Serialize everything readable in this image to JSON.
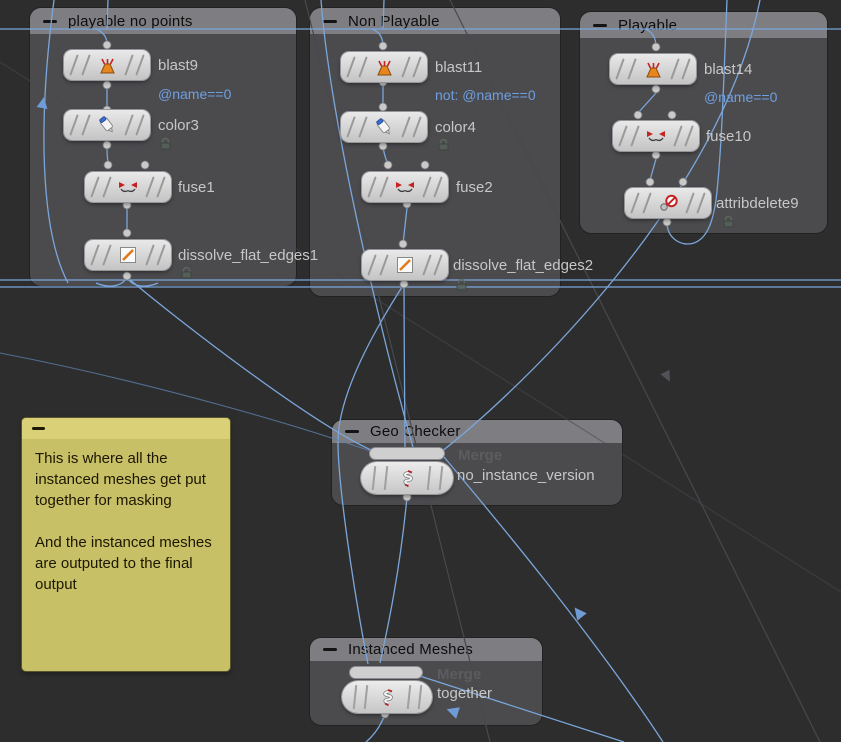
{
  "colors": {
    "background": "#2d2d2d",
    "wire_blue": "#7ba6da",
    "annotation_blue": "#6f9fe0",
    "box_body": "#4b4b4e",
    "box_header": "#7e7e82",
    "node_label": "#c7c7c7",
    "note_body": "#c8c067",
    "note_header": "#d9d077"
  },
  "boxes": [
    {
      "title": "playable no points",
      "nodes": [
        {
          "label": "blast9",
          "icon": "blast-icon",
          "note": "@name==0"
        },
        {
          "label": "color3",
          "icon": "color-icon",
          "locked": true
        },
        {
          "label": "fuse1",
          "icon": "fuse-icon"
        },
        {
          "label": "dissolve_flat_edges1",
          "icon": "dissolve-icon",
          "locked": true
        }
      ]
    },
    {
      "title": "Non Playable",
      "nodes": [
        {
          "label": "blast11",
          "icon": "blast-icon",
          "note": "not: @name==0"
        },
        {
          "label": "color4",
          "icon": "color-icon",
          "locked": true
        },
        {
          "label": "fuse2",
          "icon": "fuse-icon"
        },
        {
          "label": "dissolve_flat_edges2",
          "icon": "dissolve-icon",
          "locked": true
        }
      ]
    },
    {
      "title": "Playable",
      "nodes": [
        {
          "label": "blast14",
          "icon": "blast-icon",
          "note": "@name==0"
        },
        {
          "label": "fuse10",
          "icon": "fuse-icon"
        },
        {
          "label": "attribdelete9",
          "icon": "attribdelete-icon",
          "locked": true
        }
      ]
    },
    {
      "title": "Geo Checker",
      "nodes": [
        {
          "label": "no_instance_version",
          "type_ghost": "Merge",
          "icon": "merge-icon"
        }
      ]
    },
    {
      "title": "Instanced Meshes",
      "nodes": [
        {
          "label": "together",
          "type_ghost": "Merge",
          "icon": "merge-icon"
        }
      ]
    }
  ],
  "sticky_note": {
    "p1": "This is where all the instanced meshes get put together for masking",
    "p2": "And the instanced meshes are outputed to the final output"
  }
}
